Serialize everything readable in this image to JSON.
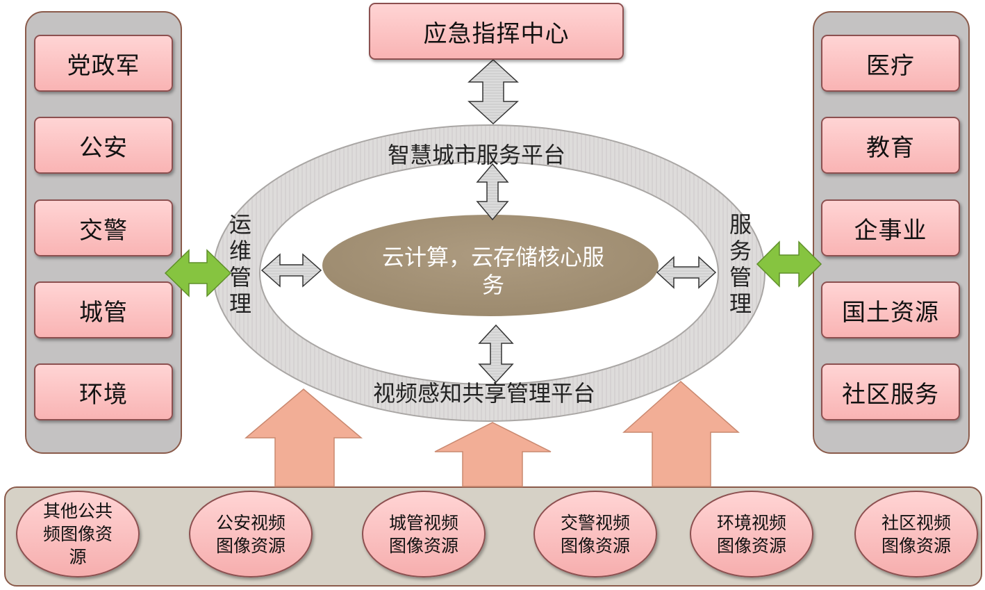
{
  "center_top": {
    "label": "应急指挥中心"
  },
  "left_items": [
    "党政军",
    "公安",
    "交警",
    "城管",
    "环境"
  ],
  "right_items": [
    "医疗",
    "教育",
    "企事业",
    "国土资源",
    "社区服务"
  ],
  "ring": {
    "top_label": "智慧城市服务平台",
    "bottom_label": "视频感知共享管理平台",
    "left_label": "运维管理",
    "right_label": "服务管理"
  },
  "core": {
    "label": "云计算，云存储核心服务"
  },
  "bottom_sources": [
    "其他公共频图像资源",
    "公安视频图像资源",
    "城管视频图像资源",
    "交警视频图像资源",
    "环境视频图像资源",
    "社区视频图像资源"
  ],
  "colors": {
    "box_fill": "#f9b4b4",
    "core_fill": "#a49176",
    "ring_fill": "#dcdad9",
    "green_arrow": "#86c440",
    "salmon_arrow": "#f2ae96"
  }
}
